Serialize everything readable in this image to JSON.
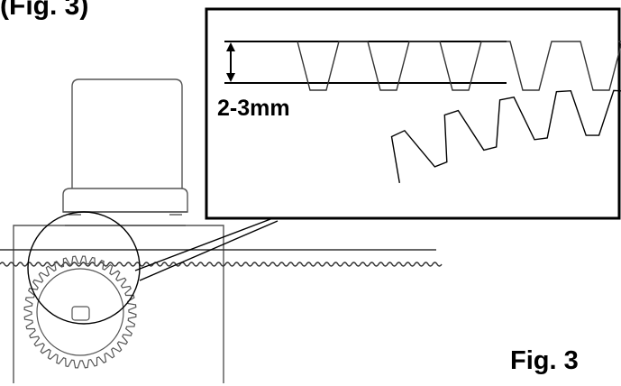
{
  "labels": {
    "top_caption": "(Fig. 3)",
    "clearance": "2-3mm",
    "figure": "Fig. 3"
  },
  "colors": {
    "line": "#000000",
    "gray_line": "#555555",
    "background": "#ffffff"
  }
}
